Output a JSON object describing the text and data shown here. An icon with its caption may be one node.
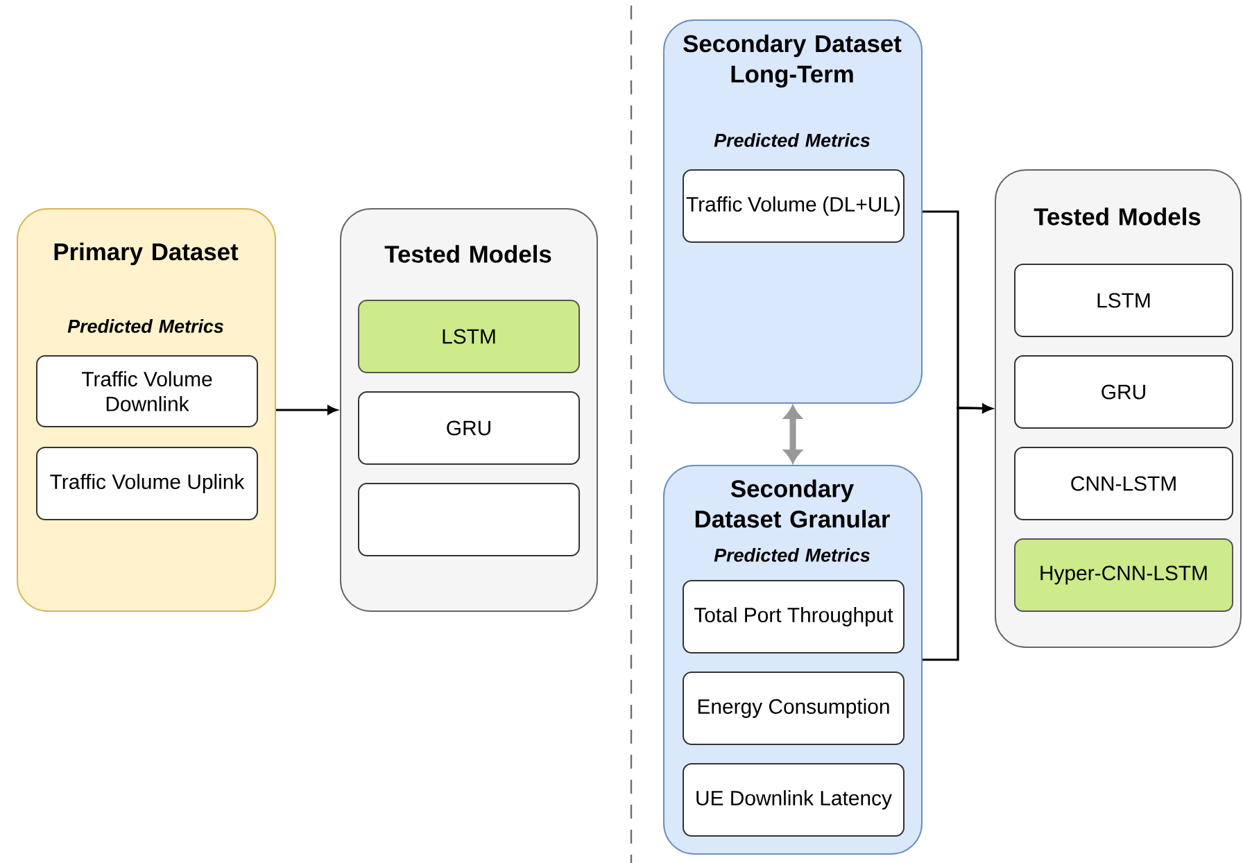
{
  "diagram": {
    "nodes": [
      {
        "text": [
          "Primary Dataset",
          "Predicted Metrics"
        ]
      },
      {
        "text": [
          "Traffic Volume Downlink"
        ],
        "in": 0
      },
      {
        "text": [
          "Traffic Volume Uplink"
        ],
        "in": 0
      },
      {
        "text": [
          "Tested Models"
        ]
      },
      {
        "text": [
          "LSTM"
        ],
        "in": 3
      },
      {
        "text": [
          "GRU"
        ],
        "in": 3
      },
      {
        "text": [],
        "shape": "box",
        "in": 3
      },
      {
        "text": [
          "Secondary Dataset Long-Term",
          "Predicted Metrics"
        ]
      },
      {
        "text": [
          "Traffic Volume (DL+UL)"
        ],
        "in": 7
      },
      {
        "text": [
          "Secondary Dataset Granular",
          "Predicted Metrics"
        ]
      },
      {
        "text": [
          "Total Port Throughput"
        ],
        "in": 9
      },
      {
        "text": [
          "Energy Consumption"
        ],
        "in": 9
      },
      {
        "text": [
          "UE Downlink Latency"
        ],
        "in": 9
      },
      {
        "text": [
          "Tested Models"
        ]
      },
      {
        "text": [
          "LSTM"
        ],
        "in": 13
      },
      {
        "text": [
          "GRU"
        ],
        "in": 13
      },
      {
        "text": [
          "CNN-LSTM"
        ],
        "in": 13
      },
      {
        "text": [
          "Hyper-CNN-LSTM"
        ],
        "in": 13
      }
    ],
    "edges": [
      {
        "from": 0,
        "to": 3,
        "arrow": "to"
      },
      {
        "from": 7,
        "to": 13,
        "arrow": "to"
      },
      {
        "from": 9,
        "to": 13,
        "arrow": "to"
      },
      {
        "from": 9,
        "to": 7,
        "arrow": "both",
        "style": "thick",
        "color": "#999999"
      }
    ]
  }
}
